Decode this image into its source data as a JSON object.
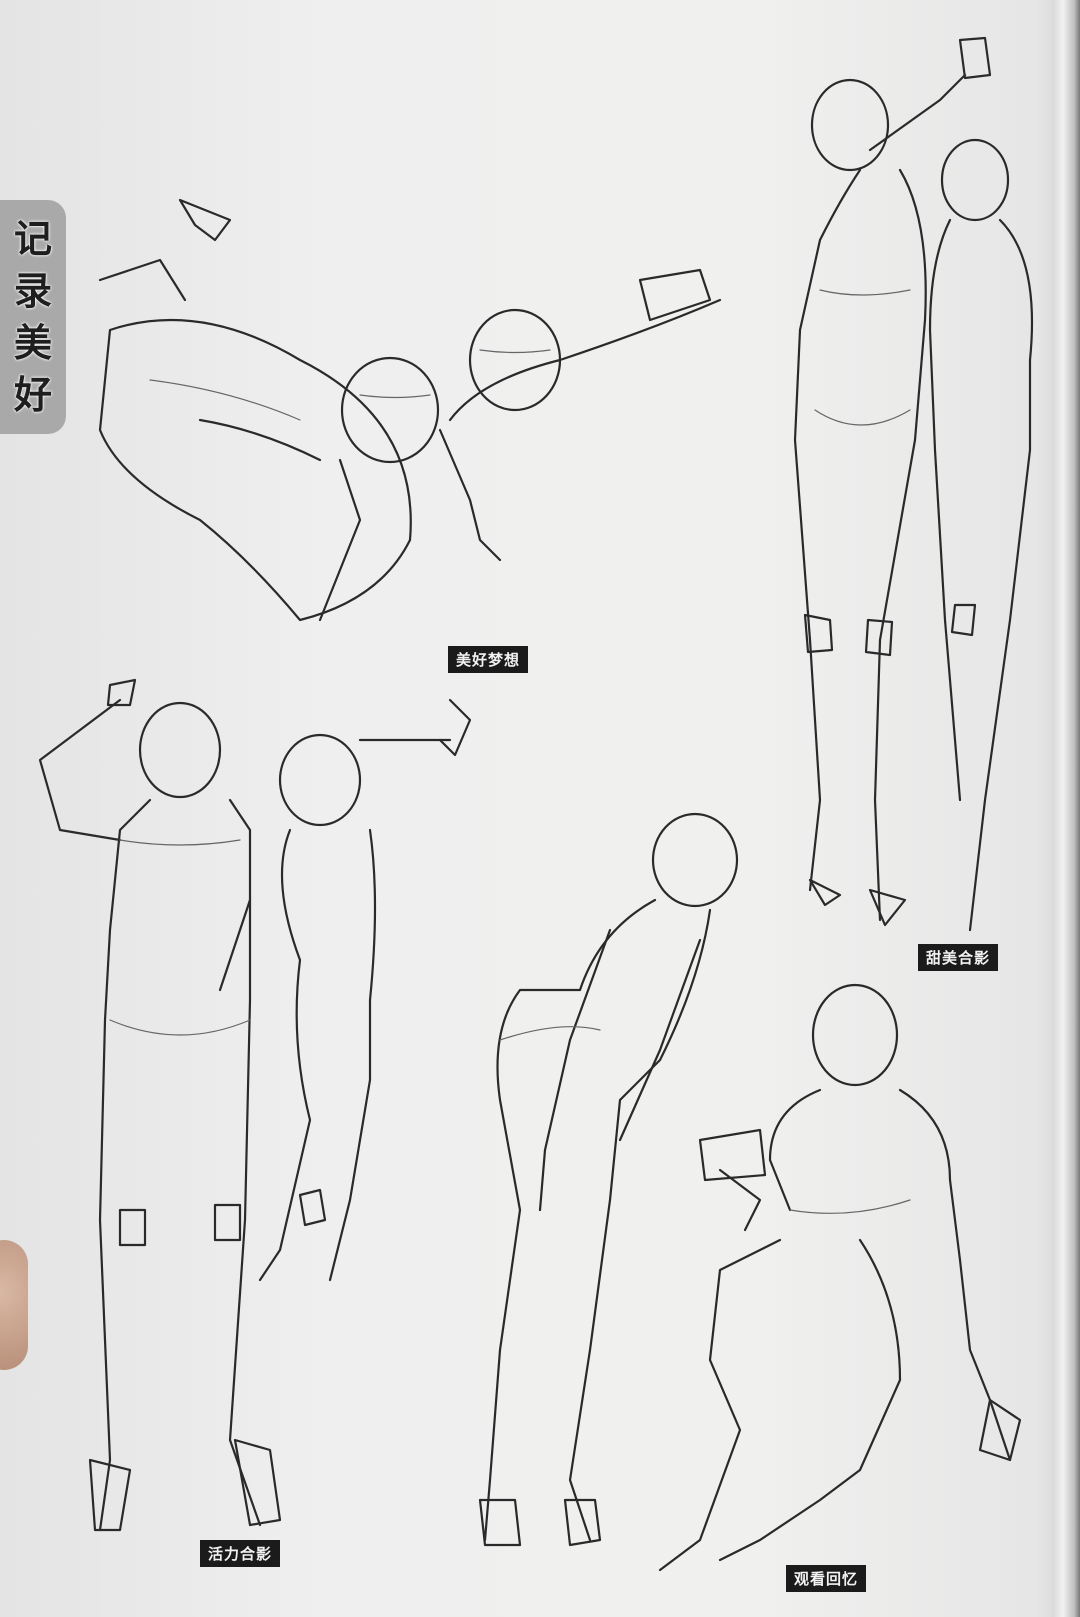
{
  "page": {
    "side_tab": {
      "chars": [
        "记",
        "录",
        "美",
        "好"
      ],
      "text": "记录美好"
    },
    "captions": [
      {
        "id": "beautiful-dream",
        "text": "美好梦想"
      },
      {
        "id": "sweet-photo",
        "text": "甜美合影"
      },
      {
        "id": "energetic-photo",
        "text": "活力合影"
      },
      {
        "id": "watching-memories",
        "text": "观看回忆"
      }
    ],
    "colors": {
      "paper": "#efefef",
      "tab": "#a9a9a9",
      "caption_bg": "#1b1b1b",
      "line": "#2a2a2a"
    }
  }
}
